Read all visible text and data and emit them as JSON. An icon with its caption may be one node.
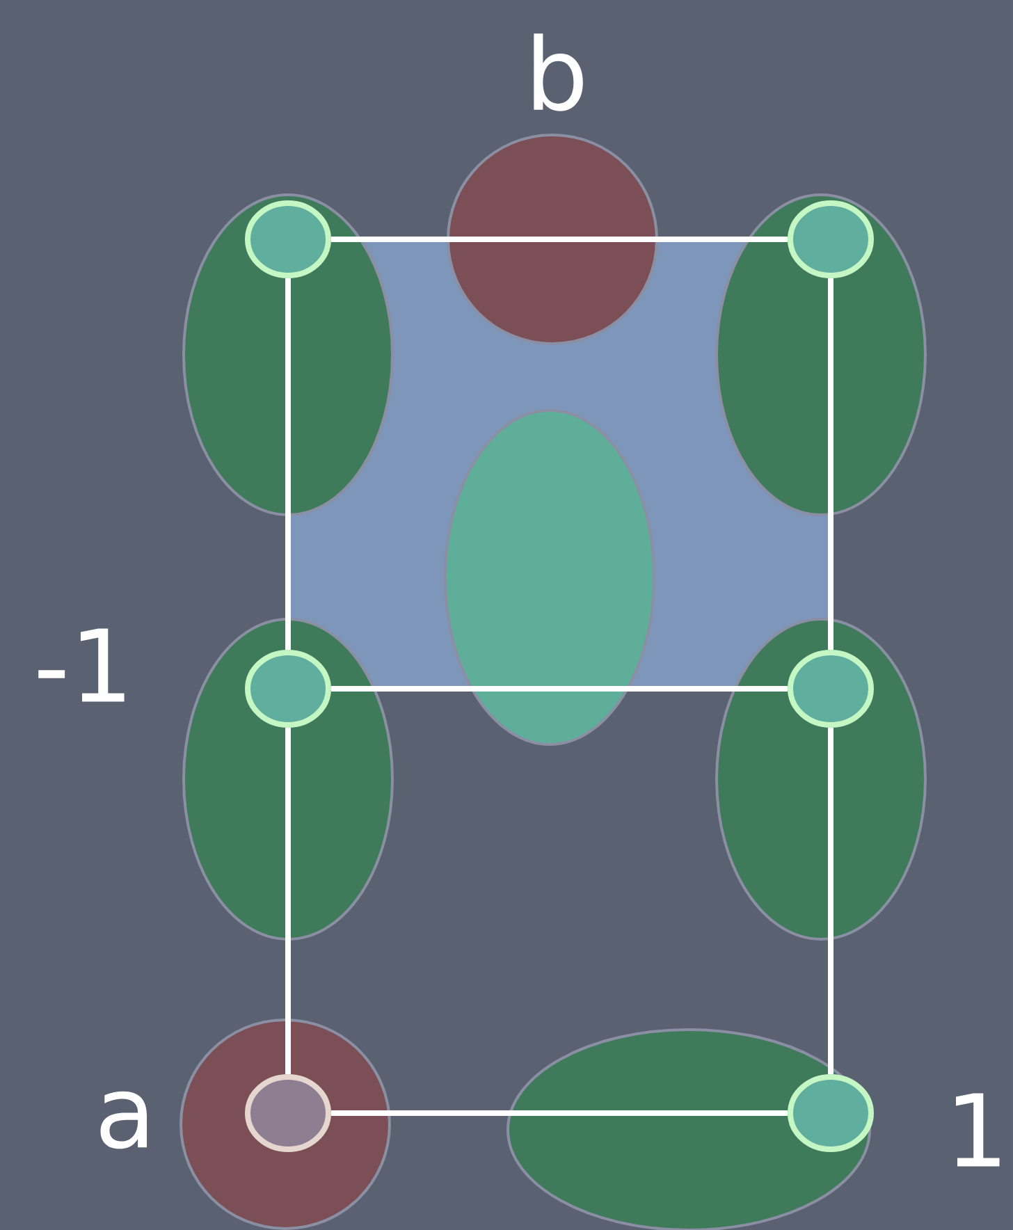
{
  "diagram": {
    "nodes": [
      {
        "text": [],
        "shape": "circle"
      },
      {
        "text": [],
        "shape": "circle"
      },
      {
        "text": [],
        "shape": "circle"
      },
      {
        "text": [],
        "shape": "circle"
      },
      {
        "text": [],
        "shape": "circle"
      },
      {
        "text": [],
        "shape": "circle"
      }
    ],
    "edges": [
      {
        "from": 0,
        "to": 1,
        "arrow": "none"
      },
      {
        "from": 0,
        "to": 2,
        "arrow": "none"
      },
      {
        "from": 1,
        "to": 3,
        "arrow": "none"
      },
      {
        "from": 2,
        "to": 3,
        "arrow": "none"
      },
      {
        "from": 2,
        "to": 4,
        "arrow": "none"
      },
      {
        "from": 3,
        "to": 5,
        "arrow": "none"
      },
      {
        "from": 4,
        "to": 5,
        "arrow": "none"
      }
    ],
    "labels": [
      "b",
      "-1",
      "a",
      "1"
    ]
  }
}
